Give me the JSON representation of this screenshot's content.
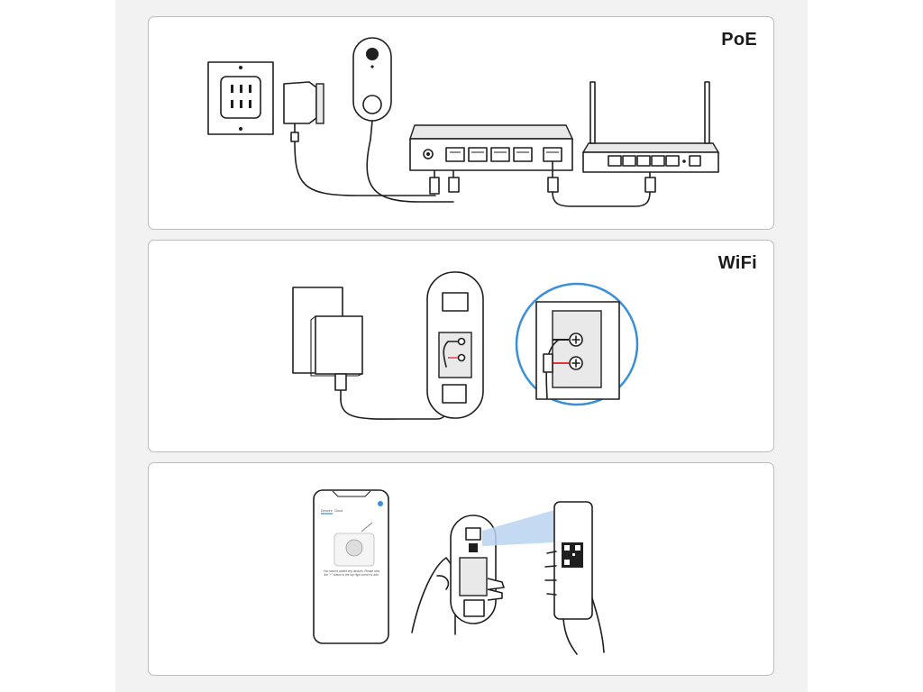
{
  "panels": [
    {
      "id": "poe",
      "label": "PoE"
    },
    {
      "id": "wifi",
      "label": "WiFi"
    },
    {
      "id": "app",
      "label": ""
    }
  ],
  "phone_screen": {
    "tabs": [
      "Devices",
      "Cloud"
    ],
    "message": "You haven't added any devices. Please click the \"+\" button in the top right corner to add."
  },
  "colors": {
    "accent_blue": "#3a8fd6",
    "scan_beam": "#b9d3f0",
    "wire_red": "#e0343a",
    "line": "#1f1f1f",
    "panel_border": "#bdbdbd",
    "background": "#f2f2f2"
  }
}
